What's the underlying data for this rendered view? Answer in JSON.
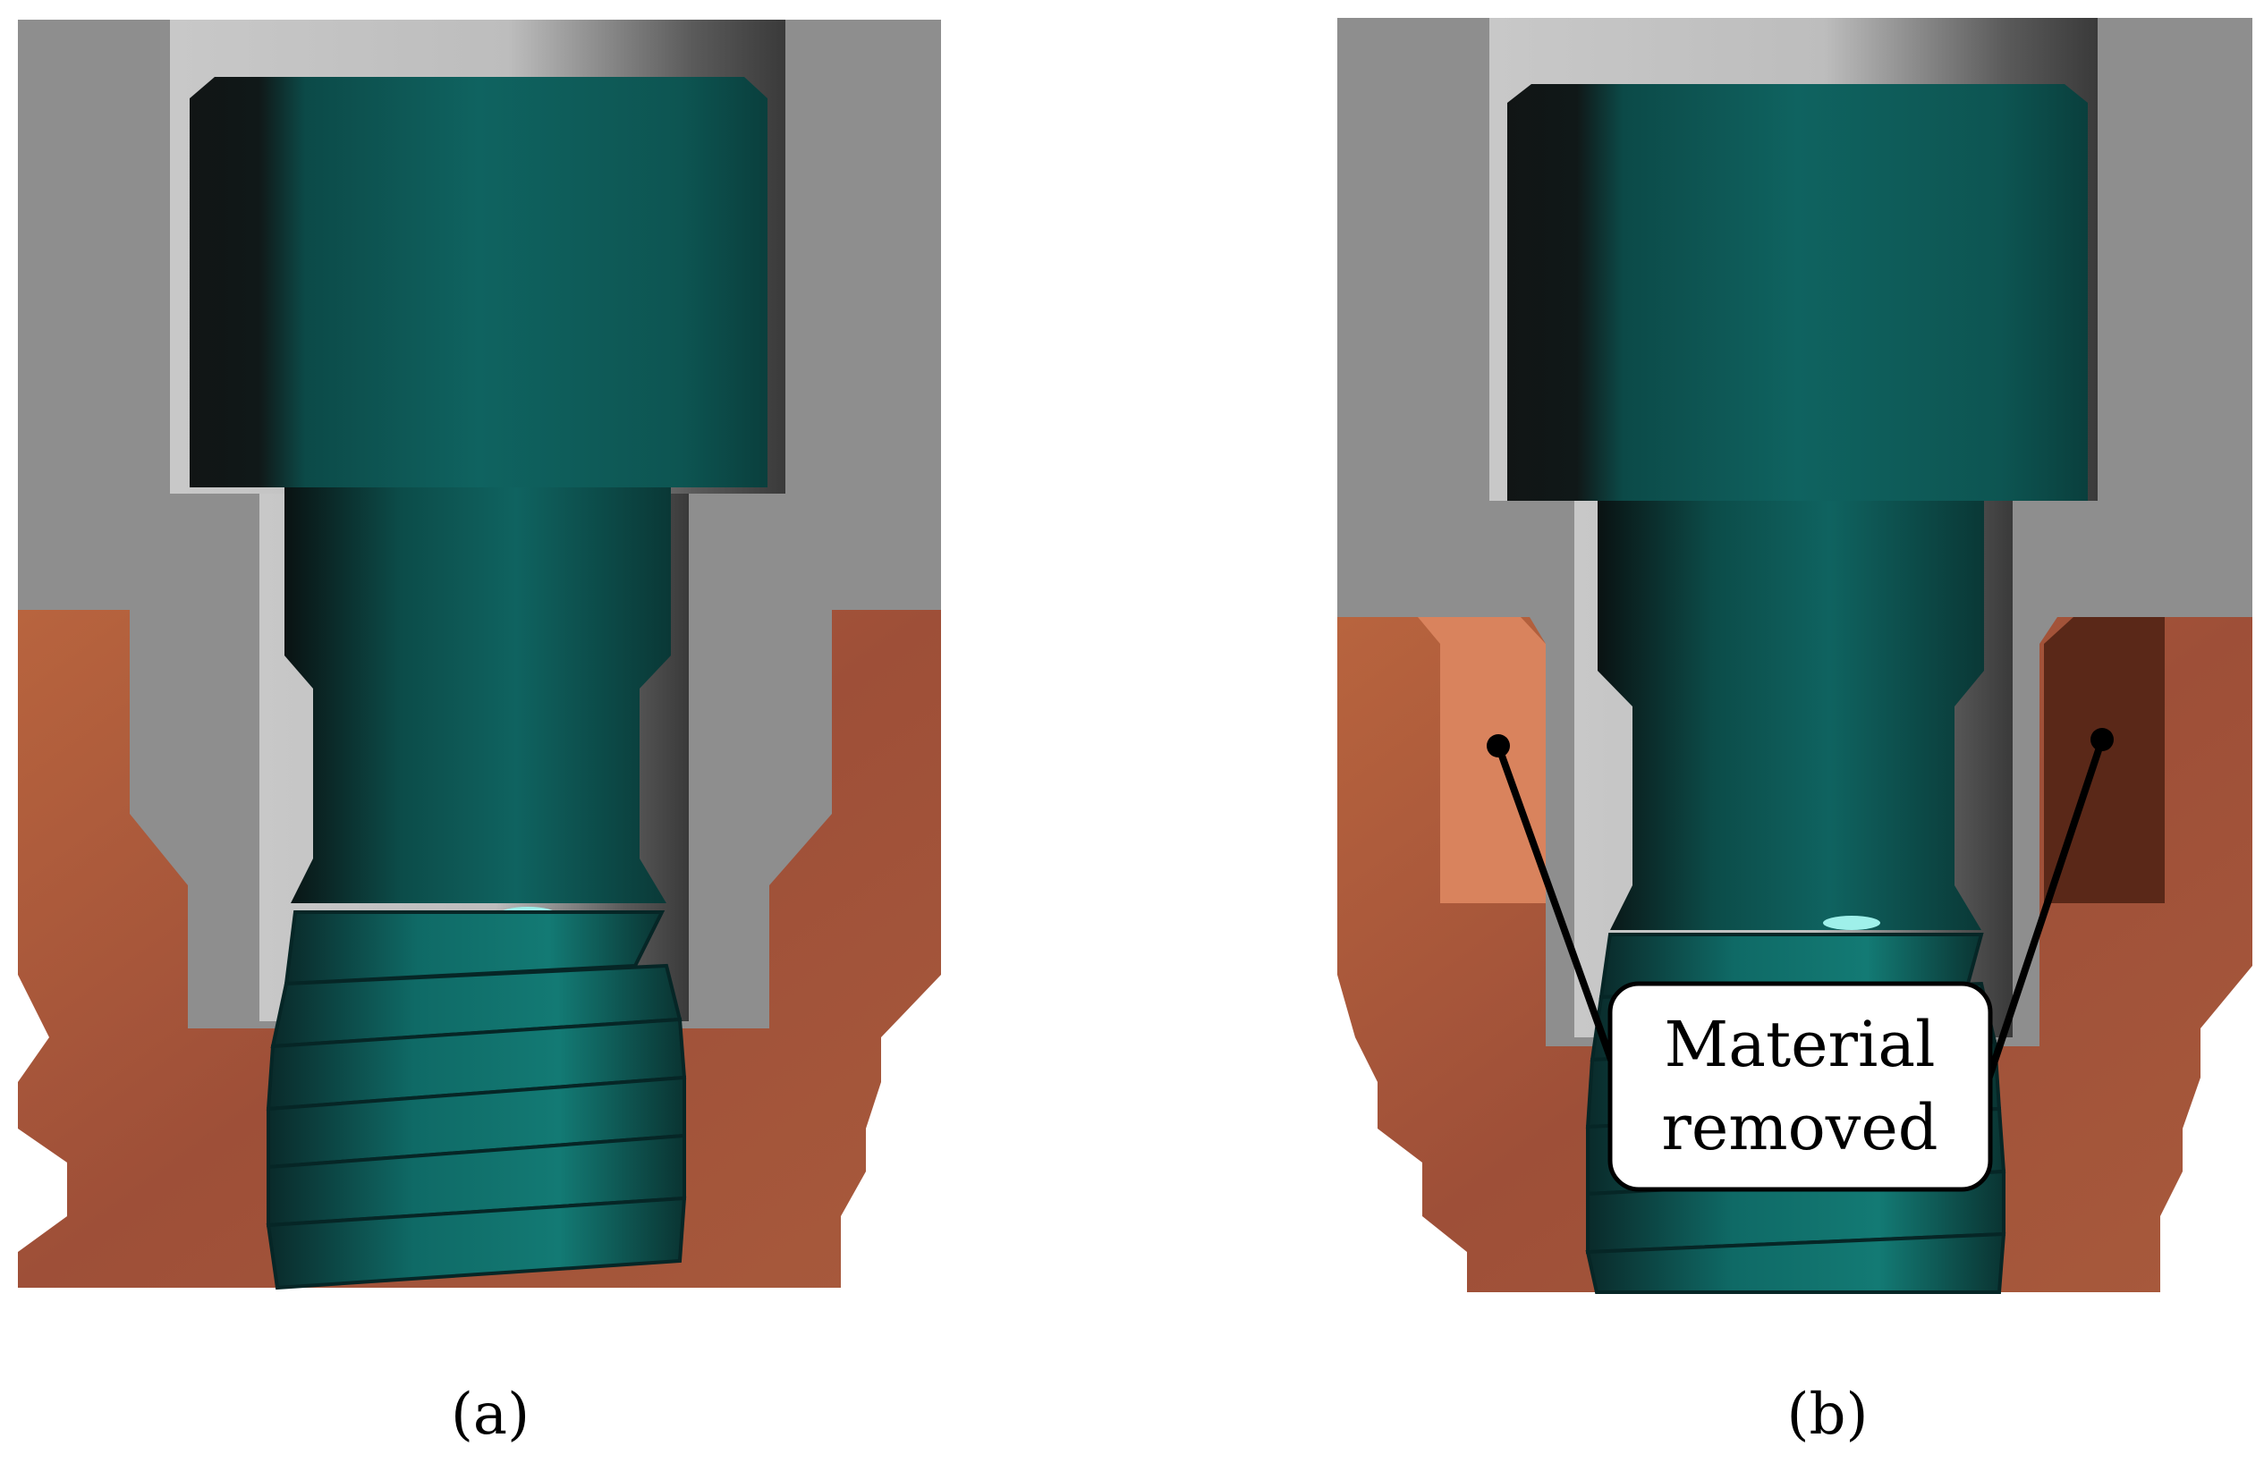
{
  "panels": [
    {
      "id": "a",
      "label": "(a)"
    },
    {
      "id": "b",
      "label": "(b)"
    }
  ],
  "callout": {
    "line1": "Material",
    "line2": "removed"
  },
  "colors": {
    "abutment_gray": "#8e8e8e",
    "abutment_light": "#c4c4c4",
    "implant_copper": "#a0553c",
    "screw_teal": "#0d5f5c",
    "screw_dark": "#0a1a1a"
  }
}
